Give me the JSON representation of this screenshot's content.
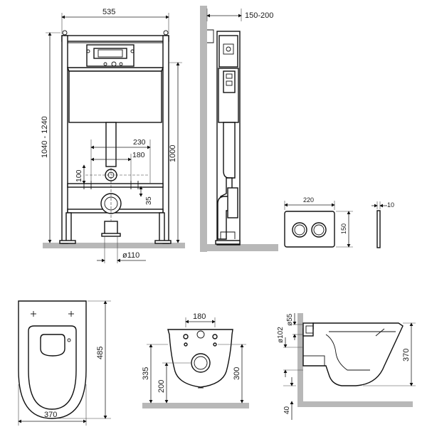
{
  "frame_front": {
    "width": "535",
    "height_range": "1040 - 1240",
    "height_1000": "1000",
    "d230": "230",
    "d180": "180",
    "d100": "100",
    "d35": "35",
    "pipe_dia": "ø110"
  },
  "frame_side": {
    "depth": "150-200"
  },
  "flush_plate": {
    "width": "220",
    "height": "150",
    "thickness": "10"
  },
  "toilet_top": {
    "length": "485",
    "width": "370"
  },
  "toilet_back": {
    "hole_spacing": "180",
    "h335": "335",
    "h300": "300",
    "h200": "200"
  },
  "toilet_side": {
    "d55": "ø55",
    "d102": "ø102",
    "h370": "370",
    "h40": "40"
  },
  "colors": {
    "line": "#111111",
    "wall": "#b8b8b8",
    "background": "#ffffff"
  }
}
